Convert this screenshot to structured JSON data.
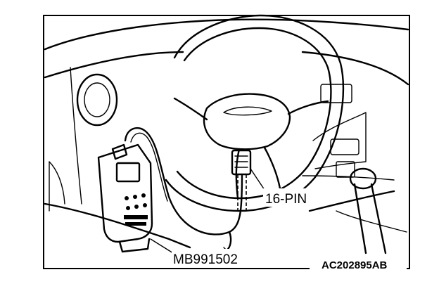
{
  "labels": {
    "connector_pins": "16-PIN",
    "tool_part_number": "MB991502",
    "figure_code": "AC202895AB"
  }
}
